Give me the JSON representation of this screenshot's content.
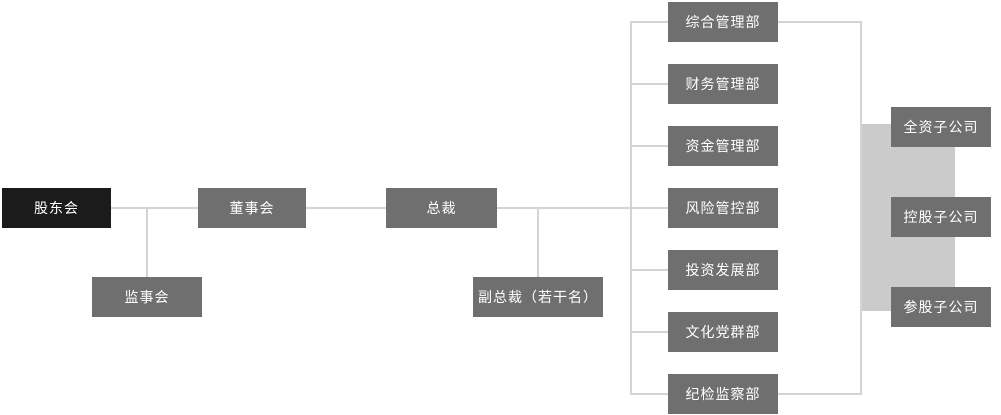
{
  "org": {
    "shareholders": "股东会",
    "supervisors": "监事会",
    "board": "董事会",
    "president": "总裁",
    "vice_president": "副总裁（若干名）",
    "departments": [
      "综合管理部",
      "财务管理部",
      "资金管理部",
      "风险管控部",
      "投资发展部",
      "文化党群部",
      "纪检监察部"
    ],
    "subsidiaries": [
      "全资子公司",
      "控股子公司",
      "参股子公司"
    ]
  },
  "colors": {
    "root_box": "#1b1b1b",
    "node_box": "#6f6f6f",
    "panel": "#cbcbcb",
    "connector": "#d4d4d4",
    "node_text": "#ffffff"
  }
}
